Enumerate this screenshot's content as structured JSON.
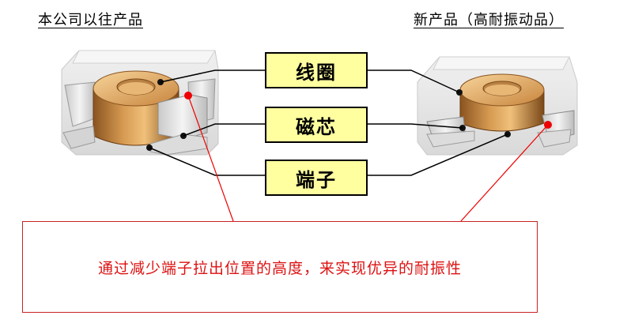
{
  "headings": {
    "left": "本公司以往产品",
    "right": "新产品（高耐振动品）"
  },
  "labels": {
    "coil": "线圈",
    "core": "磁芯",
    "terminal": "端子"
  },
  "note": "通过减少端子拉出位置的高度，来实现优异的耐振性",
  "colors": {
    "label_fill": "#ffffa0",
    "note_text": "#dd1111",
    "marker": "#ee0000"
  }
}
